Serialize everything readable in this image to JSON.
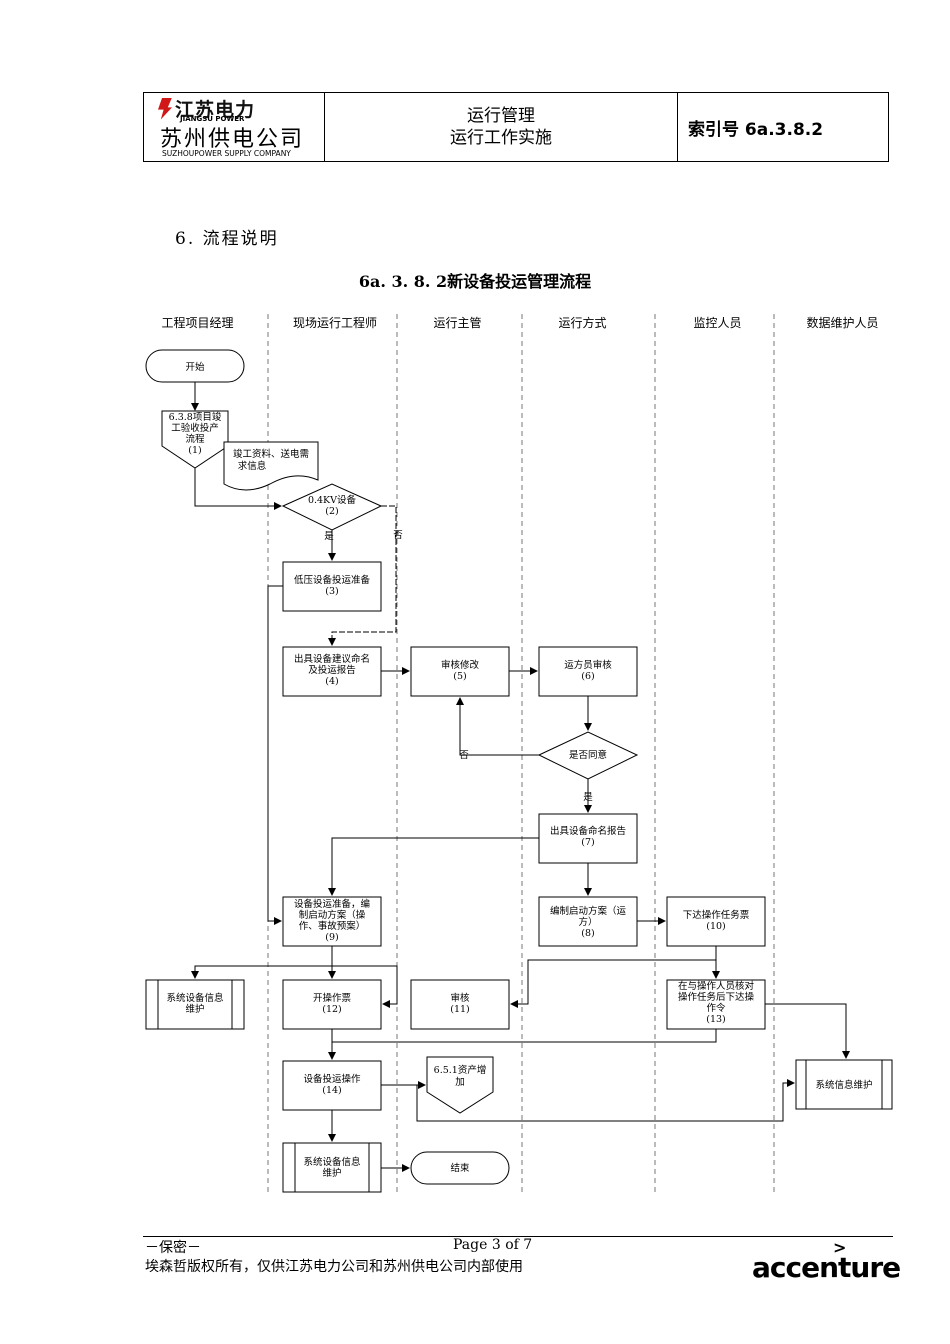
{
  "header": {
    "logo_cn_top": "江苏电力",
    "logo_en_top": "JIANGSU POWER",
    "logo_cn_main": "苏州供电公司",
    "logo_en_bottom": "SUZHOUPOWER SUPPLY COMPANY",
    "title_line1": "运行管理",
    "title_line2": "运行工作实施",
    "index": "索引号 6a.3.8.2"
  },
  "section_title": "6. 流程说明",
  "chart_title": "6a. 3. 8. 2新设备投运管理流程",
  "lanes": [
    "工程项目经理",
    "现场运行工程师",
    "运行主管",
    "运行方式",
    "监控人员",
    "数据维护人员"
  ],
  "nodes": {
    "start": "开始",
    "n1a": "6.3.8项目竣",
    "n1b": "工验收投产",
    "n1c": "流程",
    "n1d": "(1)",
    "doc_a": "竣工资料、送电需",
    "doc_b": "求信息",
    "n2a": "0.4KV设备",
    "n2b": "(2)",
    "yes": "是",
    "no": "否",
    "n3a": "低压设备投运准备",
    "n3b": "(3)",
    "n4a": "出具设备建议命名",
    "n4b": "及投运报告",
    "n4c": "(4)",
    "n5a": "审核修改",
    "n5b": "(5)",
    "n6a": "运方员审核",
    "n6b": "(6)",
    "agree": "是否同意",
    "n7a": "出具设备命名报告",
    "n7b": "(7)",
    "n8a": "编制启动方案（运",
    "n8b": "方）",
    "n8c": "(8)",
    "n9a": "设备投运准备，编",
    "n9b": "制启动方案（操",
    "n9c": "作、事故预案）",
    "n9d": "(9)",
    "n10a": "下达操作任务票",
    "n10b": "(10)",
    "sysA_a": "系统设备信息",
    "sysA_b": "维护",
    "n12a": "开操作票",
    "n12b": "(12)",
    "n11a": "审核",
    "n11b": "(11)",
    "n13a": "在与操作人员核对",
    "n13b": "操作任务后下达操",
    "n13c": "作令",
    "n13d": "(13)",
    "n14a": "设备投运操作",
    "n14b": "(14)",
    "assetA": "6.5.1资产增",
    "assetB": "加",
    "sysInfo": "系统信息维护",
    "sysB_a": "系统设备信息",
    "sysB_b": "维护",
    "end": "结束"
  },
  "footer": {
    "confidential": "－保密－",
    "page": "Page 3 of 7",
    "copyright": "埃森哲版权所有，仅供江苏电力公司和苏州供电公司内部使用",
    "brand": "accenture",
    "brand_mark": ">"
  }
}
